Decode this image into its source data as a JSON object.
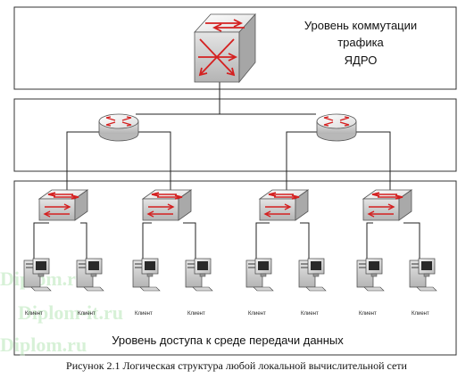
{
  "core": {
    "title_line1": "Уровень коммутации",
    "title_line2": "трафика",
    "title_line3": "ЯДРО"
  },
  "access": {
    "title": "Уровень доступа к среде передачи данных"
  },
  "clients": {
    "label": "Клиент"
  },
  "caption": "Рисунок 2.1 Логическая структура любой локальной вычислительной сети",
  "watermark": {
    "line1": "Diplom.ru",
    "line2": "Diplom-it.ru",
    "line3": "Diplom.ru"
  },
  "colors": {
    "frame": "#333333",
    "switch_top": "#f2f2f2",
    "switch_side": "#c8c8c8",
    "arrow": "#d42020",
    "line": "#222222"
  }
}
